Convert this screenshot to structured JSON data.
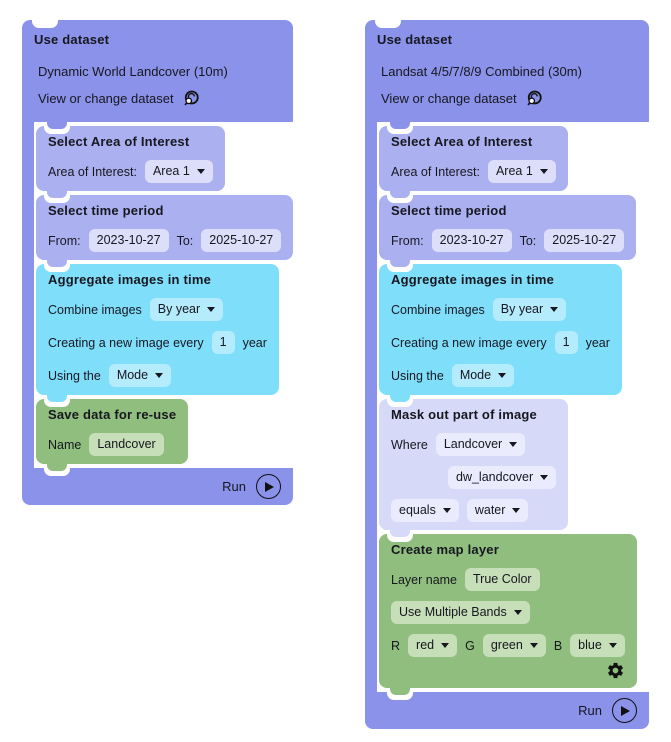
{
  "colors": {
    "background": "#FFFFFF",
    "container": "#8B92E9",
    "child-block": "#ABB1F0",
    "child-input": "#DDDFFA",
    "aggregate-block": "#7FDFFB",
    "aggregate-input": "#B4EBFD",
    "mask-block": "#D6D9F7",
    "mask-input": "#EAEBFC",
    "green-block": "#90BE7F",
    "green-input": "#C6DFB8",
    "text": "#17171F"
  },
  "icons": {
    "view_dataset": "globe-search-icon",
    "dropdown": "chevron-down-icon",
    "run": "play-circle-icon",
    "settings": "gear-icon"
  },
  "stacks": {
    "left": {
      "use_dataset": {
        "title": "Use dataset",
        "dataset_name": "Dynamic World Landcover (10m)",
        "change_link": "View or change dataset"
      },
      "aoi": {
        "title": "Select Area of Interest",
        "label": "Area of Interest:",
        "value": "Area 1"
      },
      "time_period": {
        "title": "Select time period",
        "from_label": "From:",
        "from_value": "2023-10-27",
        "to_label": "To:",
        "to_value": "2025-10-27"
      },
      "aggregate": {
        "title": "Aggregate images in time",
        "combine_label": "Combine images",
        "combine_value": "By year",
        "every_label": "Creating a new image every",
        "every_value": "1",
        "every_unit": "year",
        "using_label": "Using the",
        "using_value": "Mode"
      },
      "save_data": {
        "title": "Save data for re-use",
        "name_label": "Name",
        "name_value": "Landcover"
      },
      "run_label": "Run"
    },
    "right": {
      "use_dataset": {
        "title": "Use dataset",
        "dataset_name": "Landsat 4/5/7/8/9 Combined (30m)",
        "change_link": "View or change dataset"
      },
      "aoi": {
        "title": "Select Area of Interest",
        "label": "Area of Interest:",
        "value": "Area 1"
      },
      "time_period": {
        "title": "Select time period",
        "from_label": "From:",
        "from_value": "2023-10-27",
        "to_label": "To:",
        "to_value": "2025-10-27"
      },
      "aggregate": {
        "title": "Aggregate images in time",
        "combine_label": "Combine images",
        "combine_value": "By year",
        "every_label": "Creating a new image every",
        "every_value": "1",
        "every_unit": "year",
        "using_label": "Using the",
        "using_value": "Mode"
      },
      "mask": {
        "title": "Mask out part of image",
        "where_label": "Where",
        "layer_value": "Landcover",
        "band_value": "dw_landcover",
        "operator_value": "equals",
        "class_value": "water"
      },
      "map_layer": {
        "title": "Create map layer",
        "name_label": "Layer name",
        "name_value": "True Color",
        "bands_mode_value": "Use Multiple Bands",
        "r_label": "R",
        "r_value": "red",
        "g_label": "G",
        "g_value": "green",
        "b_label": "B",
        "b_value": "blue"
      },
      "run_label": "Run"
    }
  }
}
